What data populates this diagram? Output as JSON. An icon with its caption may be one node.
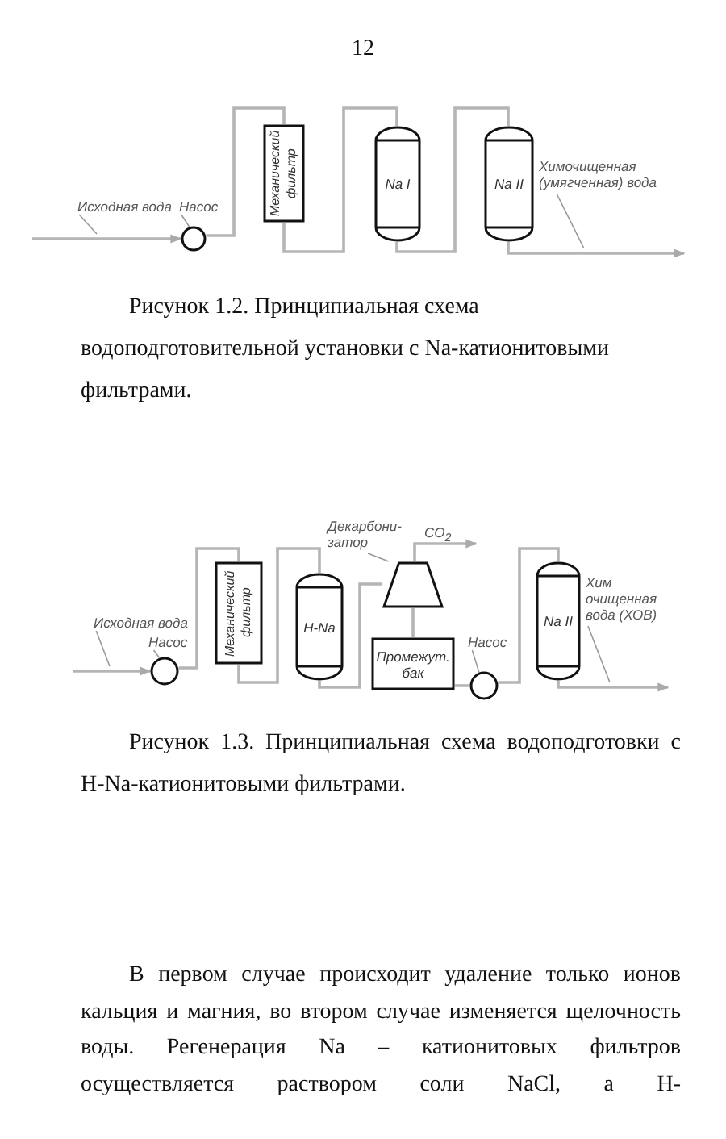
{
  "diagram": {
    "nodes": [
      {
        "text": [
          "Исходная вода"
        ]
      },
      {
        "text": [],
        "shape": "circle"
      },
      {
        "text": [
          "Насос"
        ]
      },
      {
        "text": [
          "Механический фильтр"
        ]
      },
      {
        "text": [
          "Na I"
        ]
      },
      {
        "text": [
          "Na II"
        ]
      },
      {
        "text": [
          "Химочищенная (умягченная) вода"
        ]
      },
      {
        "text": [
          "Исходная вода"
        ]
      },
      {
        "text": [
          "Насос"
        ]
      },
      {
        "text": [],
        "shape": "circle"
      },
      {
        "text": [
          "Механический фильтр"
        ]
      },
      {
        "text": [
          "H-Na"
        ]
      },
      {
        "text": [
          "Декарбони- затор"
        ]
      },
      {
        "text": [],
        "shape": "trapezoid"
      },
      {
        "text": [
          "Промежут. бак"
        ]
      },
      {
        "text": [],
        "shape": "circle"
      },
      {
        "text": [
          "Насос"
        ]
      },
      {
        "text": [
          "Na II"
        ]
      },
      {
        "text": [
          "Хим очищенная вода (ХОВ)"
        ]
      }
    ],
    "edges": [
      {
        "from": null,
        "to": 1,
        "arrow": "to"
      },
      {
        "from": 1,
        "to": 3,
        "arrow": "none"
      },
      {
        "from": 3,
        "to": 4,
        "arrow": "none"
      },
      {
        "from": 4,
        "to": 5,
        "arrow": "none"
      },
      {
        "from": 5,
        "to": null,
        "arrow": "to"
      },
      {
        "from": 0,
        "to": null,
        "arrow": "none"
      },
      {
        "from": 2,
        "to": 1,
        "arrow": "none"
      },
      {
        "from": 6,
        "to": null,
        "arrow": "none"
      },
      {
        "from": null,
        "to": 9,
        "arrow": "to"
      },
      {
        "from": 9,
        "to": 10,
        "arrow": "none"
      },
      {
        "from": 10,
        "to": 11,
        "arrow": "none"
      },
      {
        "from": 11,
        "to": 13,
        "arrow": "none"
      },
      {
        "from": 13,
        "to": 14,
        "arrow": "none"
      },
      {
        "from": 13,
        "to": null,
        "arrow": "to",
        "label": "CO$_{2}$"
      },
      {
        "from": 14,
        "to": 15,
        "arrow": "none"
      },
      {
        "from": 15,
        "to": 17,
        "arrow": "none"
      },
      {
        "from": 17,
        "to": null,
        "arrow": "to"
      },
      {
        "from": 7,
        "to": null,
        "arrow": "none"
      },
      {
        "from": 8,
        "to": 9,
        "arrow": "none"
      },
      {
        "from": 12,
        "to": 13,
        "arrow": "none"
      },
      {
        "from": 16,
        "to": 15,
        "arrow": "none"
      },
      {
        "from": 18,
        "to": null,
        "arrow": "none"
      }
    ],
    "labels": [
      "12",
      "Рисунок 1.2. Принципиальная схема водоподготовительной установки с Na-катионитовыми фильтрами.",
      "Рисунок 1.3. Принципиальная схема водоподготовки с H-Na-катионитовыми фильтрами.",
      "В первом случае происходит удаление только ионов кальция и магния, во втором случае изменяется щелочность воды. Регенерация Na – катионитовых фильтров осуществляется раствором соли NaCl, а H-"
    ]
  }
}
